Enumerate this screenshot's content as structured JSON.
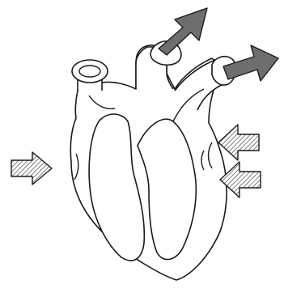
{
  "diagram": {
    "subject": "heart",
    "colors": {
      "stroke": "#1a1a1a",
      "fill": "#ffffff",
      "outflow_arrow": "#6e6e6e",
      "inflow_hatch": "#4a4a4a"
    },
    "icons": {
      "heart": "heart-outline",
      "outflow_arrows": "solid-arrow",
      "inflow_arrows": "hatched-arrow"
    },
    "arrow_counts": {
      "outflow": 2,
      "inflow_left": 1,
      "inflow_right": 2
    }
  }
}
